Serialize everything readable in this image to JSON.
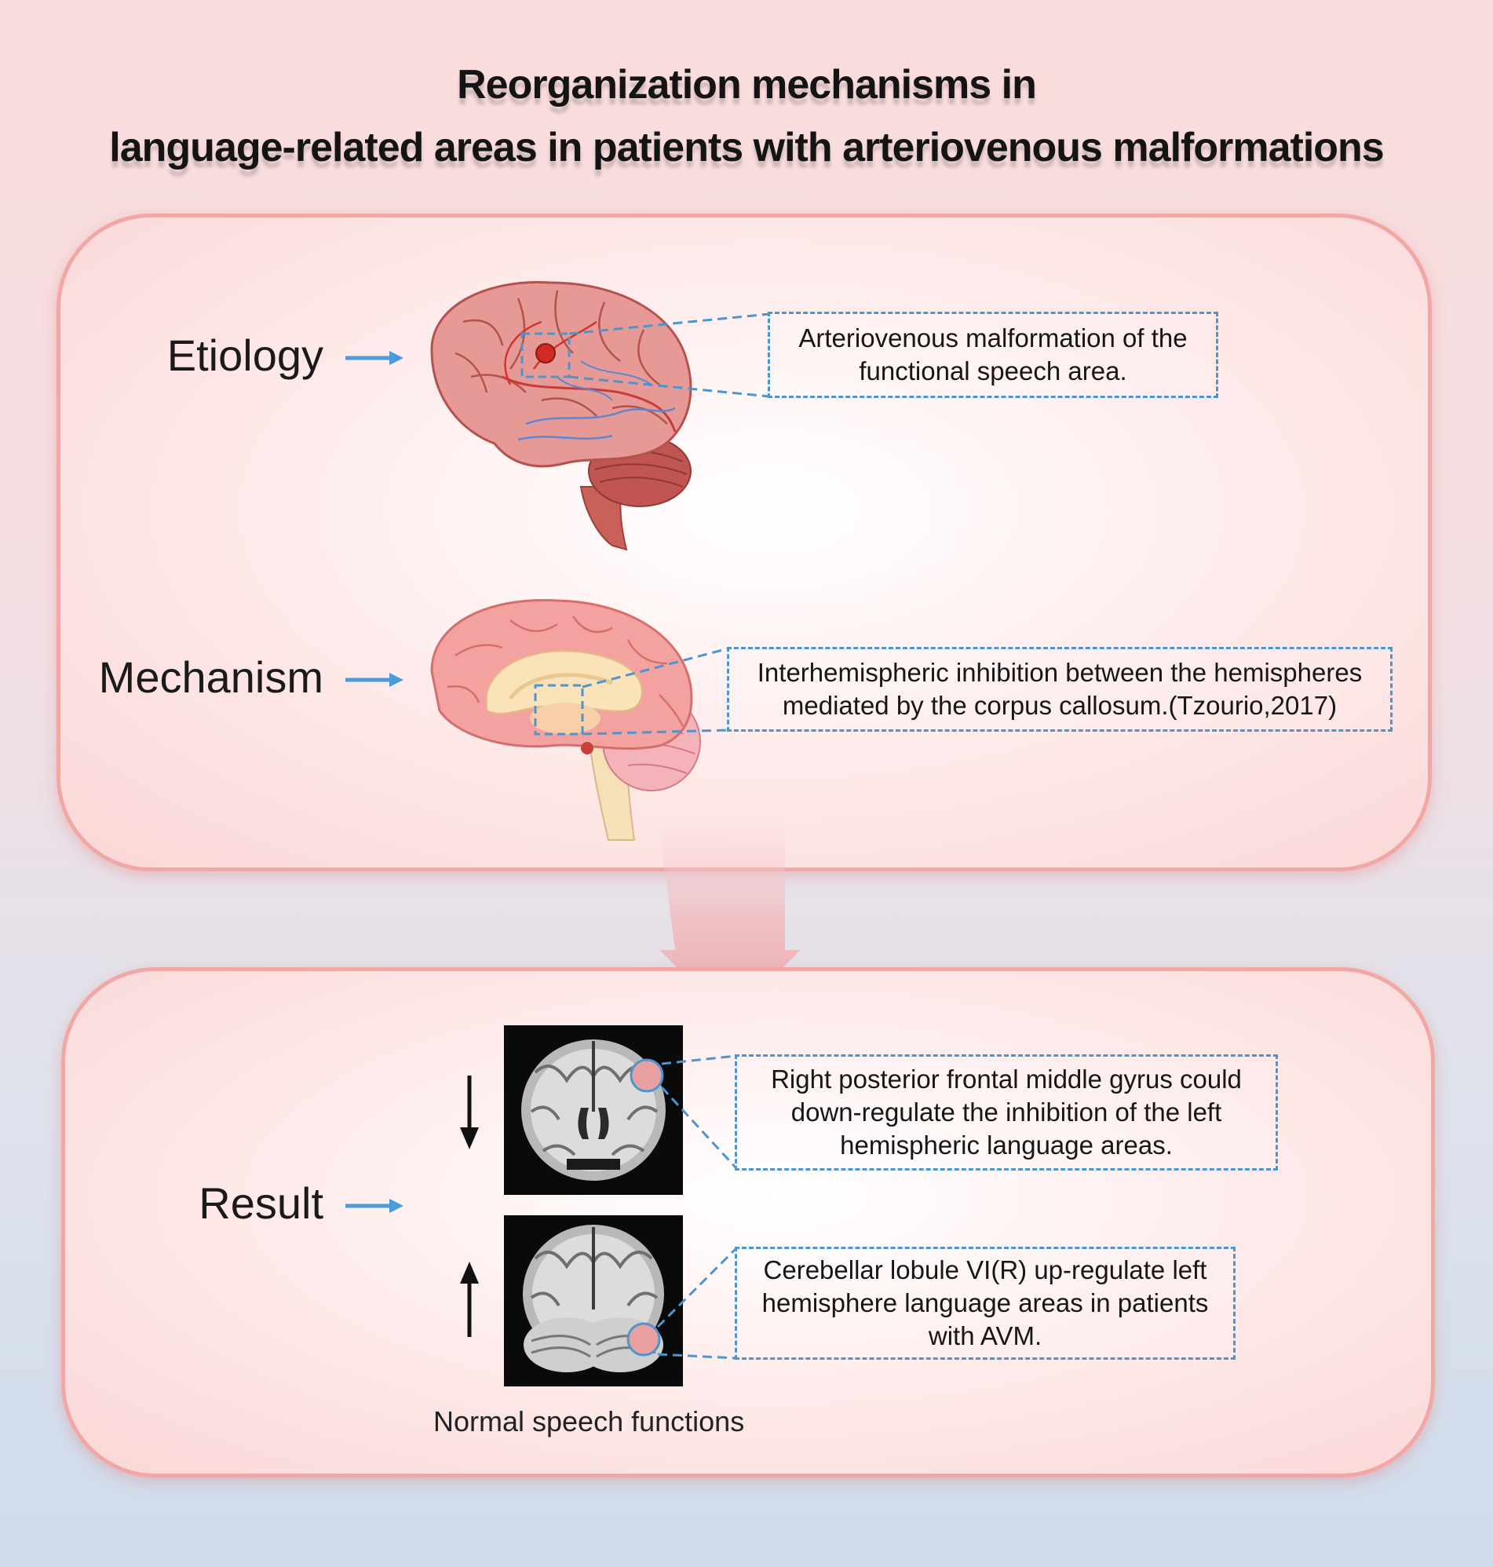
{
  "title": {
    "line1": "Reorganization mechanisms in",
    "line2": "language-related areas in patients with arteriovenous malformations"
  },
  "top_panel": {
    "etiology": {
      "label": "Etiology",
      "box_text": "Arteriovenous malformation of the functional speech area."
    },
    "mechanism": {
      "label": "Mechanism",
      "box_text": "Interhemispheric inhibition between the hemispheres mediated by the corpus callosum.(Tzourio,2017)"
    }
  },
  "bottom_panel": {
    "result": {
      "label": "Result",
      "box1_text": "Right posterior frontal middle gyrus could down-regulate the inhibition of the left hemispheric language areas.",
      "box2_text": "Cerebellar lobule VI(R) up-regulate left hemisphere language areas in patients with AVM."
    },
    "caption": "Normal speech functions"
  },
  "icons": {
    "label_arrow": "right-arrow-icon",
    "down": "down-arrow-icon",
    "up": "up-arrow-icon",
    "flow": "big-down-arrow-icon"
  },
  "colors": {
    "panel_border": "#f3a7a4",
    "dash": "#4c95cf",
    "arrow": "#4a9bd8",
    "highlight_circle": "#e9a0a0"
  }
}
